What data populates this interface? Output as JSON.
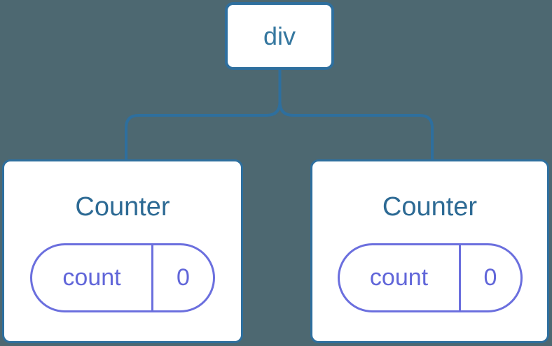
{
  "diagram": {
    "type": "component-tree",
    "colors": {
      "background": "#4d6871",
      "node_border_blue": "#2e6f9e",
      "node_text_blue": "#35779f",
      "title_text_blue": "#2d6a94",
      "state_purple": "#6b6fde",
      "node_fill": "#ffffff"
    },
    "root": {
      "label": "div"
    },
    "children": [
      {
        "title": "Counter",
        "state": {
          "key": "count",
          "value": "0"
        }
      },
      {
        "title": "Counter",
        "state": {
          "key": "count",
          "value": "0"
        }
      }
    ]
  }
}
